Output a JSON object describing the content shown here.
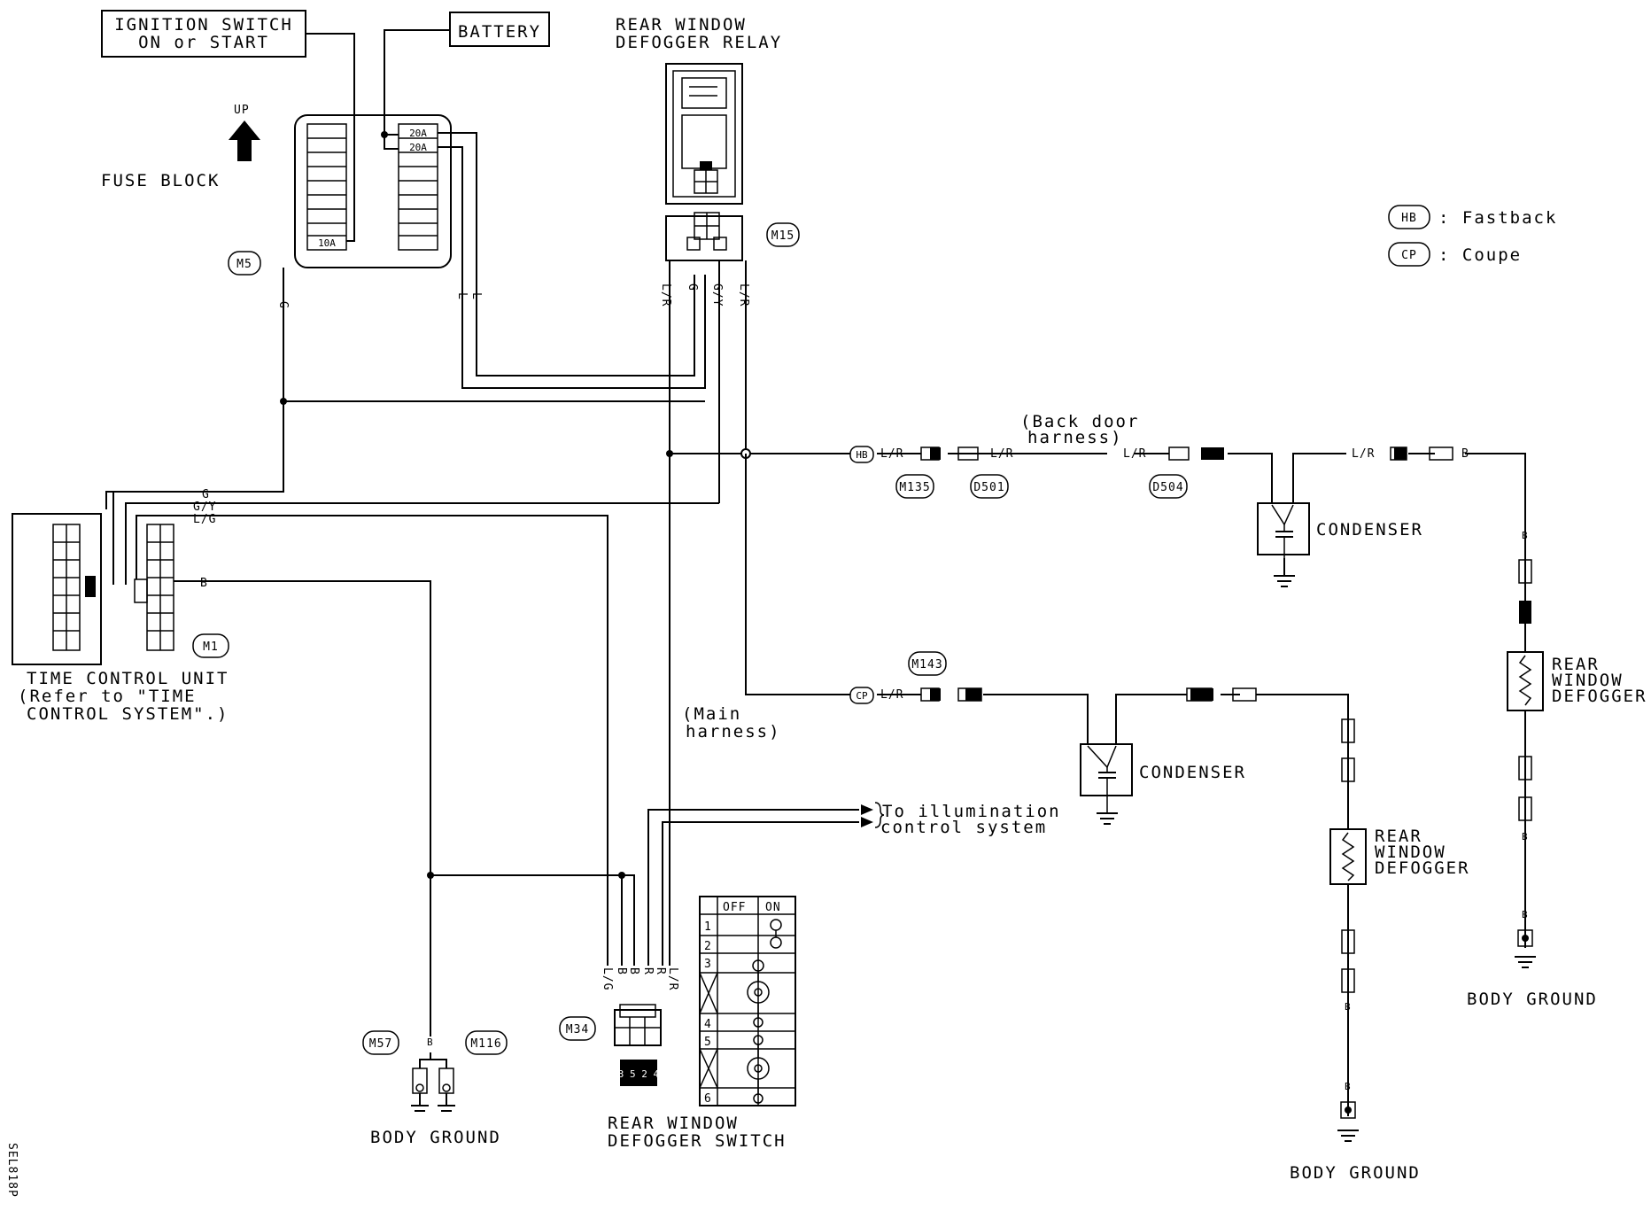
{
  "labels": {
    "ignition_line1": "IGNITION SWITCH",
    "ignition_line2": "ON or START",
    "battery": "BATTERY",
    "relay_line1": "REAR WINDOW",
    "relay_line2": "DEFOGGER RELAY",
    "up": "UP",
    "fuse_block": "FUSE BLOCK",
    "fuse_20a_1": "20A",
    "fuse_20a_2": "20A",
    "fuse_10a": "10A",
    "tcu_line1": "TIME CONTROL UNIT",
    "tcu_line2": "(Refer to \"TIME",
    "tcu_line3": "CONTROL SYSTEM\".)",
    "back_door_line1": "(Back door",
    "back_door_line2": "harness)",
    "main_line1": "(Main",
    "main_line2": "harness)",
    "illum_line1": "To illumination",
    "illum_line2": "control system",
    "condenser_hb": "CONDENSER",
    "condenser_cp": "CONDENSER",
    "defogger_hb_1": "REAR",
    "defogger_hb_2": "WINDOW",
    "defogger_hb_3": "DEFOGGER",
    "defogger_cp_1": "REAR",
    "defogger_cp_2": "WINDOW",
    "defogger_cp_3": "DEFOGGER",
    "body_ground_left": "BODY GROUND",
    "body_ground_mid": "BODY GROUND",
    "body_ground_right": "BODY GROUND",
    "switch_line1": "REAR WINDOW",
    "switch_line2": "DEFOGGER SWITCH",
    "switch_off": "OFF",
    "switch_on": "ON",
    "switch_pins": "1 3 5 2 4 6",
    "legend_hb_code": "HB",
    "legend_hb_text": ": Fastback",
    "legend_cp_code": "CP",
    "legend_cp_text": ": Coupe",
    "code": "SEL818P"
  },
  "connectors": {
    "m5": "M5",
    "m15": "M15",
    "m1": "M1",
    "m135": "M135",
    "d501": "D501",
    "d504": "D504",
    "m143": "M143",
    "m57": "M57",
    "m116": "M116",
    "m34": "M34"
  },
  "wires": {
    "g": "G",
    "gy": "G/Y",
    "lg": "L/G",
    "b": "B",
    "lr": "L/R",
    "l": "L",
    "r": "R"
  },
  "switch_rows": [
    "1",
    "2",
    "3",
    "4",
    "5",
    "6"
  ]
}
